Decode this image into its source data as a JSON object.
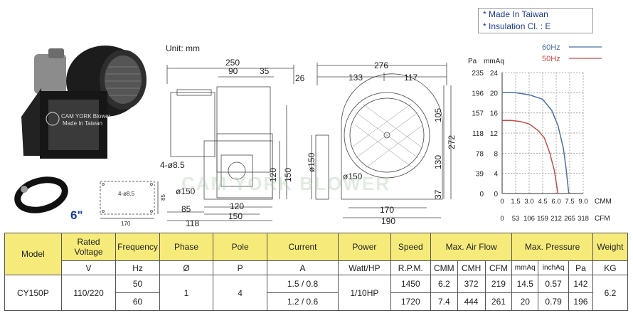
{
  "notes": {
    "line1": "* Made In Taiwan",
    "line2": "* Insulation Cl. : E"
  },
  "photo": {
    "label_line1": "CAM YORK Blower",
    "label_line2": "Made In Taiwan",
    "size_label": "6\""
  },
  "flange": {
    "hole_label": "4-ø8.5",
    "height_label": "85",
    "width_label": "170"
  },
  "drawing": {
    "unit": "Unit: mm",
    "side": {
      "d250": "250",
      "d90": "90",
      "d35": "35",
      "d85": "85",
      "d150": "150",
      "d118": "118",
      "holes": "4-ø8.5",
      "d120v": "120",
      "d150v": "150",
      "d120": "120",
      "dia150": "ø150"
    },
    "front": {
      "d26": "26",
      "d276": "276",
      "d133": "133",
      "d117": "117",
      "d105": "105",
      "d130": "130",
      "d272": "272",
      "d37": "37",
      "d170": "170",
      "d190": "190",
      "dia150": "ø150",
      "dia150b": "ø150"
    }
  },
  "watermark": "CAM YORK BLOWER",
  "colors": {
    "hz60": "#4a6fa5",
    "hz50": "#c84a4a",
    "header": "#f6eb7a"
  },
  "chart_data": {
    "type": "line",
    "legend_position": "top-right",
    "y_label_pa": "Pa",
    "y_label_mmaq": "mmAq",
    "x_label_cmm": "CMM",
    "x_label_cfm": "CFM",
    "pa_ticks": [
      "235",
      "196",
      "157",
      "118",
      "78",
      "39",
      "0"
    ],
    "mmaq_ticks": [
      "24",
      "20",
      "16",
      "12",
      "8",
      "4",
      "0"
    ],
    "cmm_ticks": [
      "0",
      "1.5",
      "3.0",
      "4.5",
      "6.0",
      "7.5",
      "9.0"
    ],
    "cfm_ticks": [
      "0",
      "53",
      "106",
      "159",
      "212",
      "265",
      "318"
    ],
    "xlim": [
      0,
      9
    ],
    "ylim": [
      0,
      24
    ],
    "series": [
      {
        "name": "60Hz",
        "color": "#4a6fa5",
        "x": [
          0,
          1.5,
          3.0,
          4.5,
          5.5,
          6.2,
          6.8,
          7.1,
          7.4
        ],
        "y": [
          20,
          20,
          19.6,
          18.7,
          16.5,
          13.5,
          9,
          5,
          0
        ]
      },
      {
        "name": "50Hz",
        "color": "#c84a4a",
        "x": [
          0,
          1.0,
          2.0,
          3.0,
          4.0,
          4.7,
          5.3,
          5.8,
          6.2
        ],
        "y": [
          14.5,
          14.5,
          14.3,
          13.8,
          12.5,
          11,
          8,
          4.5,
          0
        ]
      }
    ]
  },
  "table": {
    "headers": {
      "model": "Model",
      "voltage": "Rated\nVoltage",
      "frequency": "Frequency",
      "phase": "Phase",
      "pole": "Pole",
      "current": "Current",
      "power": "Power",
      "speed": "Speed",
      "airflow": "Max. Air Flow",
      "pressure": "Max. Pressure",
      "weight": "Weight"
    },
    "units": {
      "voltage": "V",
      "frequency": "Hz",
      "phase": "Ø",
      "pole": "P",
      "current": "A",
      "power": "Watt/HP",
      "speed": "R.P.M.",
      "cmm": "CMM",
      "cmh": "CMH",
      "cfm": "CFM",
      "mmaq": "mmAq",
      "inchaq": "inchAq",
      "pa": "Pa",
      "kg": "KG"
    },
    "model": "CY150P",
    "voltage": "110/220",
    "phase": "1",
    "pole": "4",
    "power": "1/10HP",
    "weight": "6.2",
    "rows": [
      {
        "frequency": "50",
        "current": "1.5 / 0.8",
        "speed": "1450",
        "cmm": "6.2",
        "cmh": "372",
        "cfm": "219",
        "mmaq": "14.5",
        "inchaq": "0.57",
        "pa": "142"
      },
      {
        "frequency": "60",
        "current": "1.2 / 0.6",
        "speed": "1720",
        "cmm": "7.4",
        "cmh": "444",
        "cfm": "261",
        "mmaq": "20",
        "inchaq": "0.79",
        "pa": "196"
      }
    ]
  }
}
